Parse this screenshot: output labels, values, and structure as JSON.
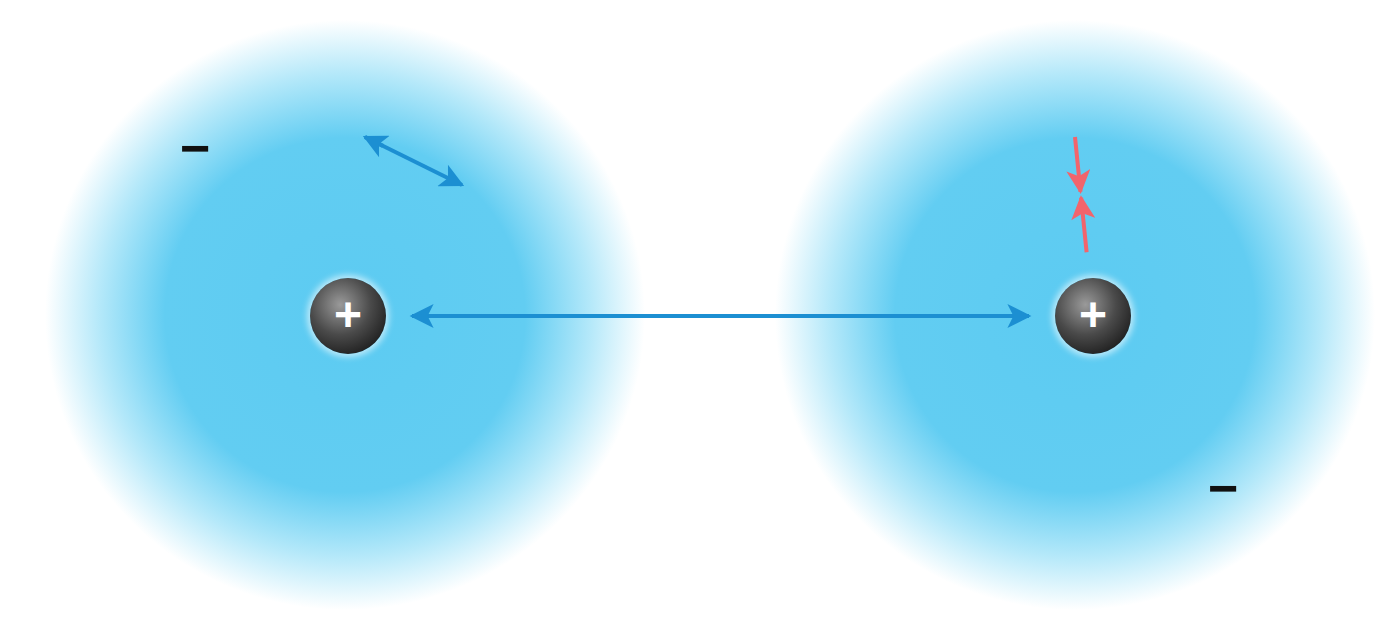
{
  "diagram": {
    "nodes": [
      {
        "text": [
          "−"
        ]
      },
      {
        "text": [
          "+"
        ],
        "in": 0
      },
      {
        "text": [
          "−"
        ]
      },
      {
        "text": [
          "+"
        ],
        "in": 2
      }
    ],
    "edges": [
      {
        "from": 0,
        "to": 2,
        "arrow": "both"
      },
      {
        "from": 1,
        "to": 3,
        "arrow": "both"
      },
      {
        "from": 0,
        "to": 3,
        "arrow": "both"
      },
      {
        "from": 1,
        "to": 2,
        "arrow": "both"
      }
    ]
  }
}
